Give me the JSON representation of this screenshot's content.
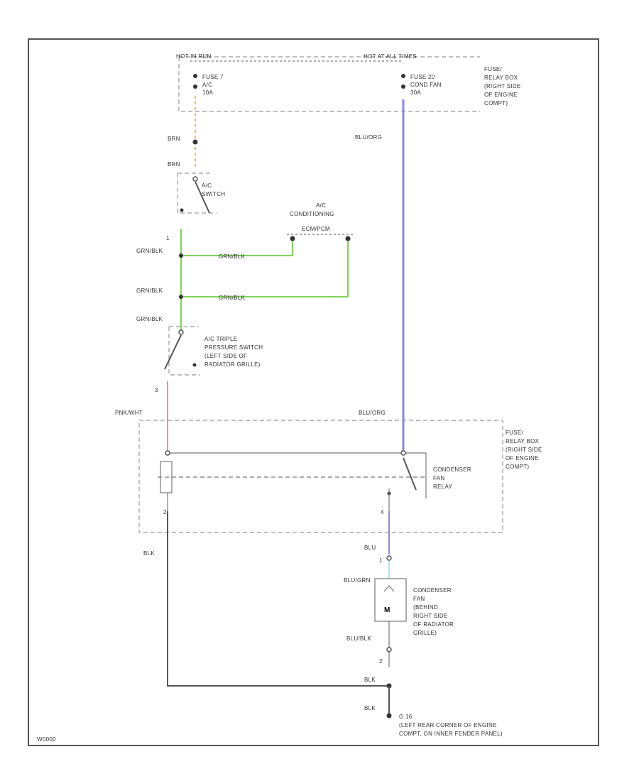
{
  "colors": {
    "yellow": "#e6c15a",
    "green": "#7fd35a",
    "violet": "#8c84e8",
    "pink": "#f28aa0",
    "light_blue": "#a9e3f0",
    "black": "#555555"
  },
  "labels": {
    "hot_in_run": "HOT IN RUN",
    "hot_at_all_times": "HOT AT ALL TIMES",
    "fuse7_1": "FUSE 7",
    "fuse7_2": "A/C",
    "fuse7_3": "10A",
    "fuse20_1": "FUSE 20",
    "fuse20_2": "COND FAN",
    "fuse20_3": "30A",
    "fuse_box_top_1": "FUSE/",
    "fuse_box_top_2": "RELAY BOX",
    "fuse_box_top_3": "(RIGHT SIDE",
    "fuse_box_top_4": "OF ENGINE",
    "fuse_box_top_5": "COMPT)",
    "blu_org_top": "BLU/ORG",
    "brn_1": "BRN",
    "brn_2": "BRN",
    "ac_switch_1": "A/C",
    "ac_switch_2": "SWITCH",
    "ac_comp_1": "A/C",
    "ac_comp_2": "CONDITIONING",
    "ac_comp_3": "ECM/PCM",
    "pin_1_switch": "1",
    "grn_blk_1": "GRN/BLK",
    "grn_blk_wire_1": "GRN/BLK",
    "grn_blk_2": "GRN/BLK",
    "grn_blk_wire_2": "GRN/BLK",
    "grn_blk_3": "GRN/BLK",
    "triple_1": "A/C TRIPLE",
    "triple_2": "PRESSURE SWITCH",
    "triple_3": "(LEFT SIDE OF",
    "triple_4": "RADIATOR GRILLE)",
    "pin_3_triple": "3",
    "pnk_wht": "PNK/WHT",
    "blu_org_mid": "BLU/ORG",
    "fuse_box_bot_1": "FUSE/",
    "fuse_box_bot_2": "RELAY BOX",
    "fuse_box_bot_3": "(RIGHT SIDE",
    "fuse_box_bot_4": "OF ENGINE",
    "fuse_box_bot_5": "COMPT)",
    "relay_1": "CONDENSER",
    "relay_2": "FAN",
    "relay_3": "RELAY",
    "pin_2_relay": "2",
    "pin_4_relay": "4",
    "blk_left": "BLK",
    "blu_mid": "BLU",
    "pin_1_motor": "1",
    "blu_grn": "BLU/GRN",
    "motor_1": "CONDENSER",
    "motor_2": "FAN",
    "motor_3": "(BEHIND",
    "motor_4": "RIGHT SIDE",
    "motor_5": "OF RADIATOR",
    "motor_6": "GRILLE)",
    "blu_blk": "BLU/BLK",
    "pin_2_motor": "2",
    "blk_1": "BLK",
    "blk_2": "BLK",
    "ground_1": "G 16",
    "ground_2": "(LEFT REAR CORNER OF ENGINE",
    "ground_3": "COMPT, ON INNER FENDER PANEL)",
    "code": "W0000"
  }
}
